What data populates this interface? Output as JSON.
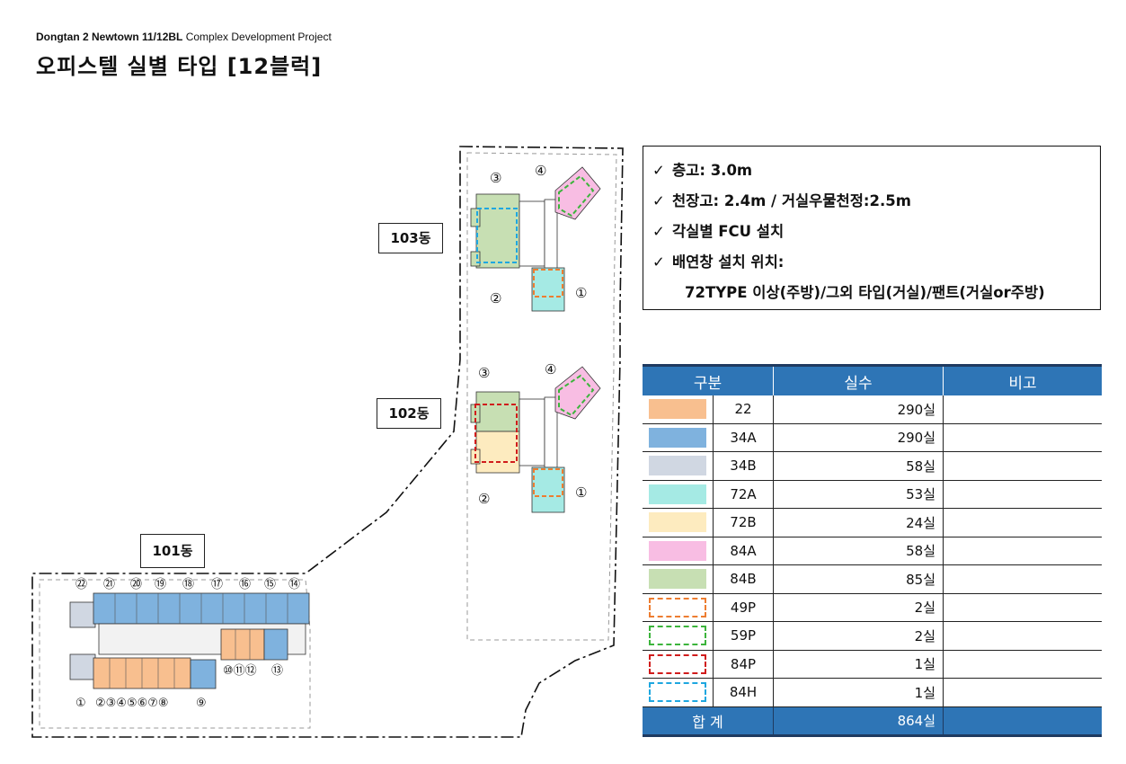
{
  "header": {
    "project_bold": "Dongtan 2 Newtown 11/12BL",
    "project_rest": "Complex Development Project",
    "title": "오피스텔 실별 타입 [12블럭]"
  },
  "buildings": {
    "b103": "103동",
    "b102": "102동",
    "b101": "101동"
  },
  "core_numbers": {
    "b103": [
      "③",
      "④",
      "②",
      "①"
    ],
    "b102": [
      "③",
      "④",
      "②",
      "①"
    ],
    "b101_top": [
      "㉒",
      "㉑",
      "⑳",
      "⑲",
      "⑱",
      "⑰",
      "⑯",
      "⑮",
      "⑭"
    ],
    "b101_bottom": [
      "①",
      "②③④⑤⑥⑦⑧",
      "⑨",
      "⑩⑪⑫",
      "⑬"
    ]
  },
  "specs": {
    "check": "✓",
    "items": [
      "층고: 3.0m",
      "천장고: 2.4m / 거실우물천정:2.5m",
      "각실별 FCU 설치",
      "배연창 설치 위치:"
    ],
    "detail": "72TYPE 이상(주방)/그외 타입(거실)/팬트(거실or주방)"
  },
  "unit_table": {
    "headers": [
      "구분",
      "실수",
      "비고"
    ],
    "rows": [
      {
        "code": "22",
        "count": "290실",
        "fill": "#f8bf8f",
        "border": "none"
      },
      {
        "code": "34A",
        "count": "290실",
        "fill": "#7fb2de",
        "border": "none"
      },
      {
        "code": "34B",
        "count": "58실",
        "fill": "#d0d7e2",
        "border": "none"
      },
      {
        "code": "72A",
        "count": "53실",
        "fill": "#a5eae4",
        "border": "none"
      },
      {
        "code": "72B",
        "count": "24실",
        "fill": "#fdebbf",
        "border": "none"
      },
      {
        "code": "84A",
        "count": "58실",
        "fill": "#f8bde3",
        "border": "none"
      },
      {
        "code": "84B",
        "count": "85실",
        "fill": "#c7dfb3",
        "border": "none"
      },
      {
        "code": "49P",
        "count": "2실",
        "fill": "#ffffff",
        "border": "#ed7d31"
      },
      {
        "code": "59P",
        "count": "2실",
        "fill": "#ffffff",
        "border": "#3cb43c"
      },
      {
        "code": "84P",
        "count": "1실",
        "fill": "#ffffff",
        "border": "#d01c1c"
      },
      {
        "code": "84H",
        "count": "1실",
        "fill": "#ffffff",
        "border": "#1ea7e0"
      }
    ],
    "total_label": "합 계",
    "total_count": "864실"
  },
  "colors": {
    "header_blue": "#2e75b6",
    "t22": "#f8bf8f",
    "t34a": "#7fb2de",
    "t34b": "#d0d7e2",
    "t72a": "#a5eae4",
    "t72b": "#fdebbf",
    "t84a": "#f8bde3",
    "t84b": "#c7dfb3"
  }
}
